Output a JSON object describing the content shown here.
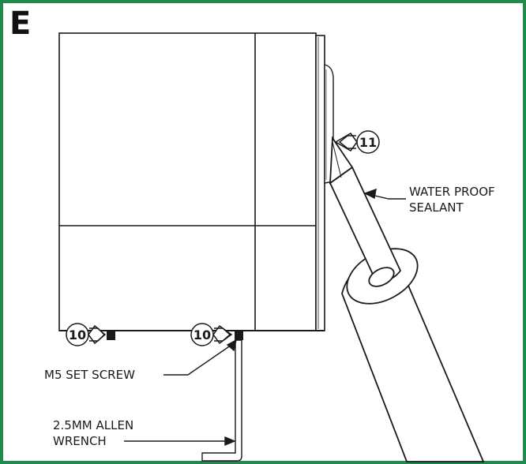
{
  "step_letter": "E",
  "callouts": {
    "set_screw_left": "10",
    "set_screw_right": "10",
    "sealant_point": "11"
  },
  "labels": {
    "sealant_line1": "WATER PROOF",
    "sealant_line2": "SEALANT",
    "set_screw": "M5 SET SCREW",
    "allen_line1": "2.5MM ALLEN",
    "allen_line2": "WRENCH"
  },
  "colors": {
    "frame_green": "#1f8a4c",
    "ink": "#1a1a1a"
  }
}
